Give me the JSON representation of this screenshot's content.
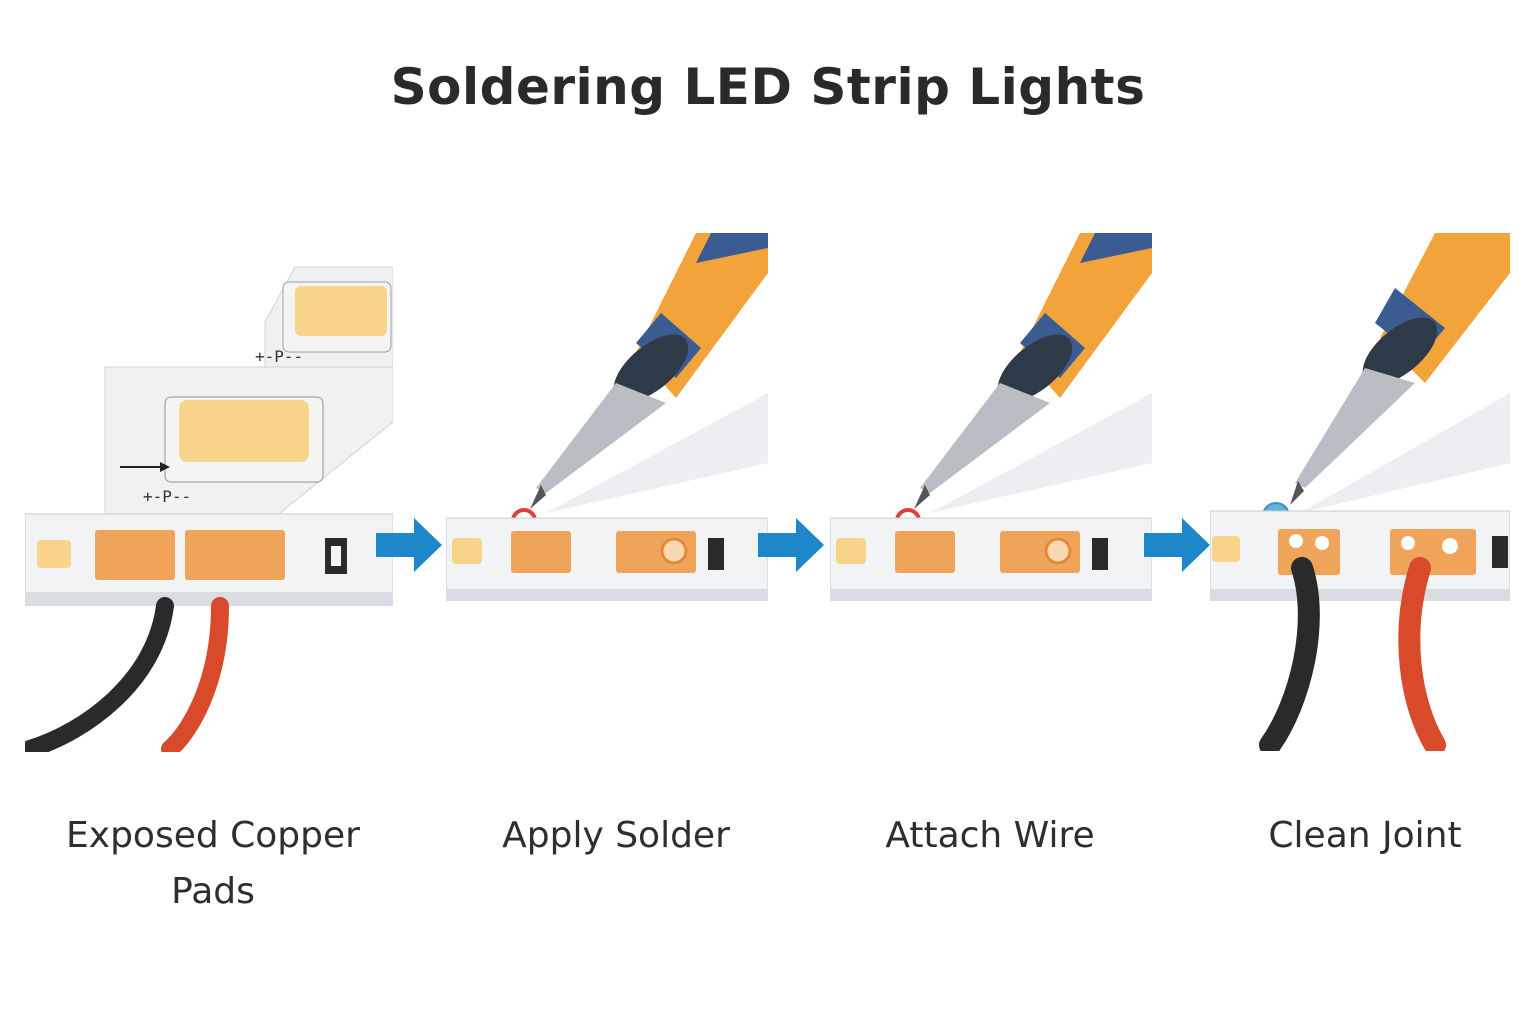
{
  "title": "Soldering LED Strip Lights",
  "steps": [
    {
      "label": "Exposed Copper Pads"
    },
    {
      "label": "Apply Solder"
    },
    {
      "label": "Attach Wire"
    },
    {
      "label": "Clean Joint"
    }
  ],
  "pad_marking": "+-P--",
  "colors": {
    "arrow": "#1d87c9",
    "copper": "#f0a45a",
    "led": "#f8d38a",
    "iron_orange": "#f2a33a",
    "iron_blue": "#3b5b93",
    "wire_black": "#2a2a2a",
    "wire_red": "#d84a2a",
    "solder_red": "#e0403a",
    "solder_clean": "#5fb4e0"
  }
}
